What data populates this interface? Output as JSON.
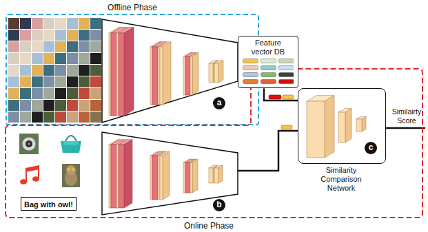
{
  "diagram": {
    "nodes": [
      {
        "text": [
          "Offline Phase"
        ]
      },
      {
        "text": [
          "a"
        ],
        "in": 0
      },
      {
        "text": [
          "Online Phase"
        ]
      },
      {
        "text": [
          "Feature vector DB"
        ]
      },
      {
        "text": [
          "Bag with owl!"
        ],
        "in": 2
      },
      {
        "text": [
          "b"
        ],
        "in": 2
      },
      {
        "text": [
          "c",
          "Similarity Comparison Network"
        ],
        "in": 2
      }
    ],
    "edges": [
      {
        "from": 3,
        "to": 6,
        "arrow": "none"
      },
      {
        "from": 5,
        "to": 6,
        "arrow": "none"
      }
    ],
    "labels": [
      "Similairty Score"
    ]
  }
}
